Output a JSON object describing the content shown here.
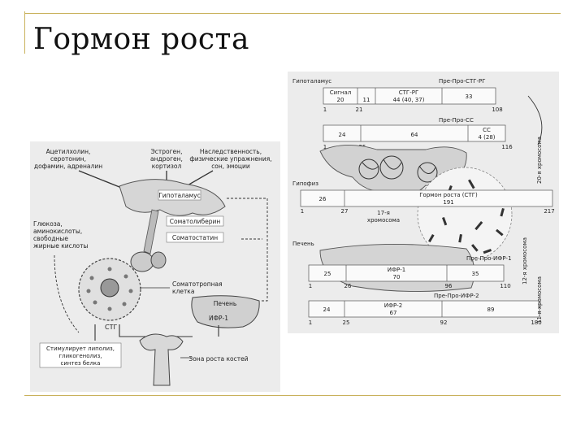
{
  "slide": {
    "title": "Гормон роста"
  },
  "left_diagram": {
    "inputs": {
      "neurotransmitters": [
        "Ацетилхолин,",
        "серотонин,",
        "дофамин, адреналин"
      ],
      "steroids": [
        "Эстроген,",
        "андроген,",
        "кортизол"
      ],
      "factors": [
        "Наследственность,",
        "физические упражнения,",
        "сон, эмоции"
      ]
    },
    "hypothalamus": "Гипоталамус",
    "metabolites": [
      "Глюкоза,",
      "аминокислоты,",
      "свободные",
      "жирные кислоты"
    ],
    "somatoliberin": "Соматолиберин",
    "somatostatin": "Соматостатин",
    "somatotroph": [
      "Соматотропная",
      "клетка"
    ],
    "gh": "СТГ",
    "liver": "Печень",
    "igf": "ИФР-1",
    "effects": [
      "Стимулирует липолиз,",
      "гликогенолиз,",
      "синтез белка"
    ],
    "growth_zone": "Зона роста костей"
  },
  "right_diagram": {
    "hypothalamus": "Гипоталамус",
    "pre_ghrh": "Пре-Про-СТГ-РГ",
    "signal": "Сигнал",
    "signal_len": "20",
    "seg_11": "11",
    "ghrh": "СТГ-РГ",
    "ghrh_len": "44 (40, 37)",
    "seg_33": "33",
    "pos_1a": "1",
    "pos_21": "21",
    "pos_108": "108",
    "pre_ss": "Пре-Про-СС",
    "seg_24": "24",
    "seg_64": "64",
    "ss": "СС",
    "ss_len": "4 (28)",
    "pos_1b": "1",
    "pos_25": "25",
    "pos_116": "116",
    "chr20": "20-я хромосома",
    "pituitary": "Гипофиз",
    "seg_26": "26",
    "gh": "Гормон роста (СТГ)",
    "gh_len": "191",
    "pos_1c": "1",
    "pos_27": "27",
    "pos_217": "217",
    "chr17": [
      "17-я",
      "хромосома"
    ],
    "liver": "Печень",
    "pre_igf1": "Пре-Про-ИФР-1",
    "seg_25": "25",
    "igf1": "ИФР-1",
    "igf1_len": "70",
    "seg_35": "35",
    "pos_1d": "1",
    "pos_26": "26",
    "pos_96": "96",
    "pos_110": "110",
    "chr12": "12-я хромосома",
    "pre_igf2": "Пре-Про-ИФР-2",
    "seg_24b": "24",
    "igf2": "ИФР-2",
    "igf2_len": "67",
    "seg_89": "89",
    "pos_1e": "1",
    "pos_25b": "25",
    "pos_92": "92",
    "pos_180": "180",
    "chr11": "11-я хромосома"
  }
}
